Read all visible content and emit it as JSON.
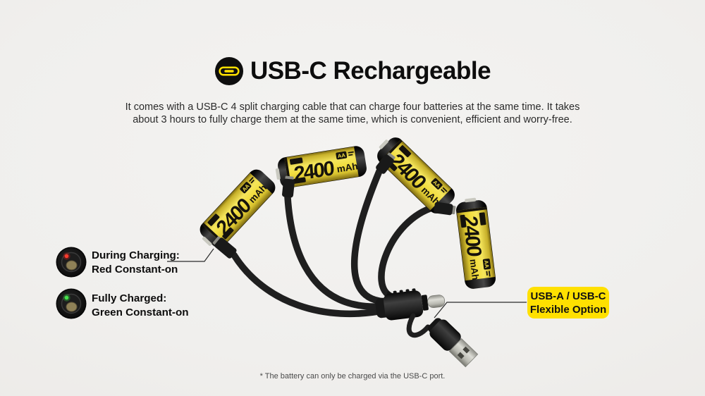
{
  "title": "USB-C Rechargeable",
  "title_icon": "usb-c-port-icon",
  "description": {
    "line1": "It comes with a USB-C 4 split charging cable that can charge four batteries at the same time. It takes",
    "line2": "about 3 hours to fully charge them at the same time, which is convenient, efficient and worry-free."
  },
  "indicators": {
    "charging": {
      "label": "During Charging:",
      "status": "Red Constant-on",
      "led_color": "#ff3b2c"
    },
    "charged": {
      "label": "Fully Charged:",
      "status": "Green Constant-on",
      "led_color": "#45e24b"
    }
  },
  "battery": {
    "capacity": "2400",
    "unit": "mAh",
    "size_badge": "AA",
    "count": 4
  },
  "callout": {
    "line1": "USB-A / USB-C",
    "line2": "Flexible Option"
  },
  "footnote": "* The battery can only be charged via the USB-C port.",
  "colors": {
    "accent_yellow": "#ffe000",
    "battery_yellow": "#f2de41",
    "background": "#f1f0ee"
  }
}
